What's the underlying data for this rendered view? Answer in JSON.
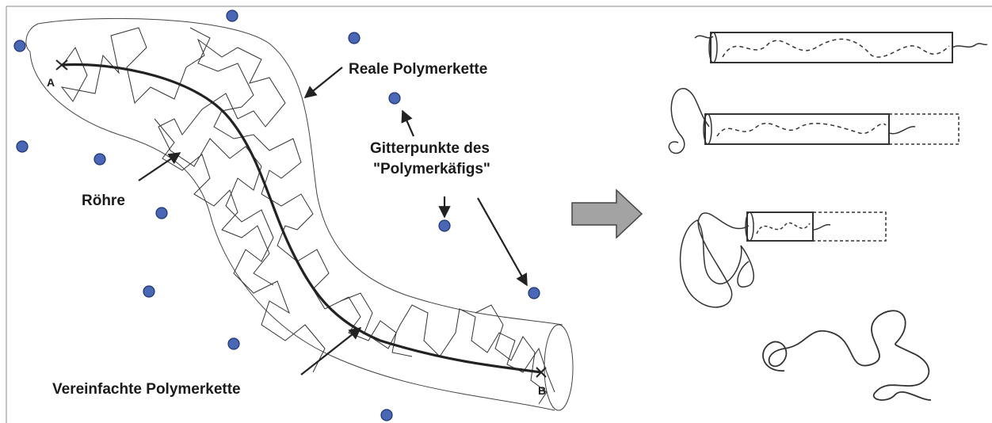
{
  "labels": {
    "real_chain": "Reale Polymerkette",
    "lattice_line1": "Gitterpunkte des",
    "lattice_line2": "\"Polymerkäfigs\"",
    "tube": "Röhre",
    "simplified_chain": "Vereinfachte Polymerkette",
    "end_a": "A",
    "end_b": "B"
  },
  "colors": {
    "lattice_point": "#4a67b5",
    "lattice_point_outline": "#1f3570",
    "line": "#222222",
    "arrow_fill": "#a3a3a3"
  }
}
